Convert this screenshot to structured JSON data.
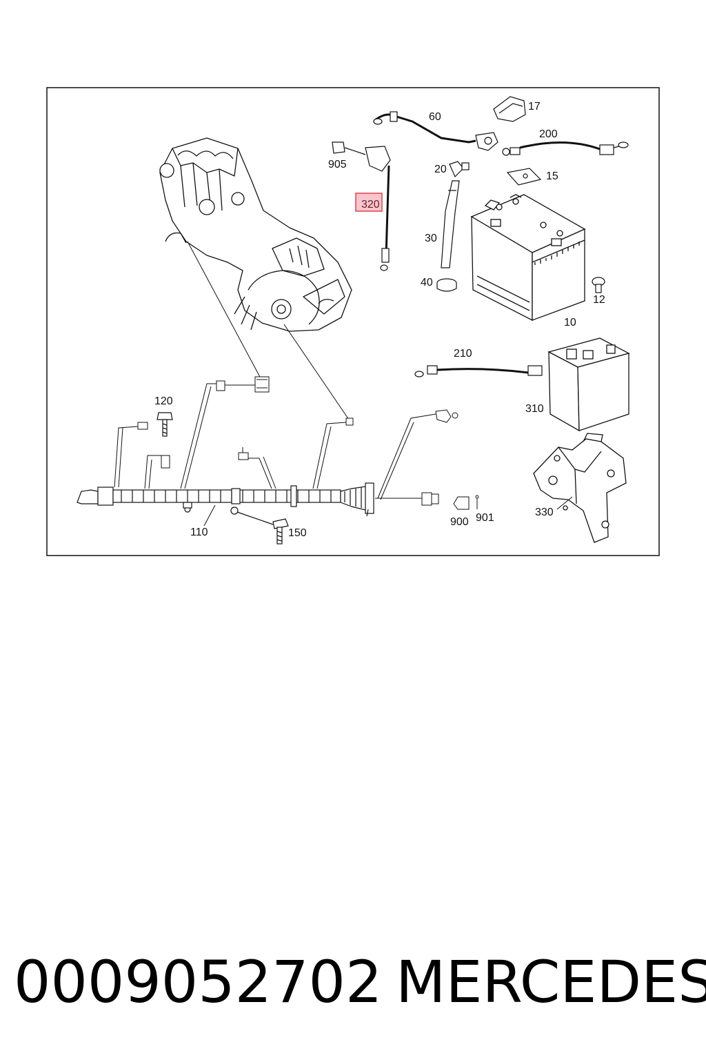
{
  "callouts": {
    "c17": "17",
    "c60": "60",
    "c200": "200",
    "c905": "905",
    "c20": "20",
    "c15": "15",
    "c320": "320",
    "c30": "30",
    "c40": "40",
    "c12": "12",
    "c10": "10",
    "c210": "210",
    "c310": "310",
    "c120": "120",
    "c110": "110",
    "c150": "150",
    "c900": "900",
    "c901": "901",
    "c330": "330"
  },
  "highlighted_callout": "320",
  "colors": {
    "highlight_fill": "#f7c6cc",
    "highlight_stroke": "#e0404e",
    "line": "#111111"
  },
  "caption": {
    "part_number": "0009052702",
    "brand": "MERCEDES"
  }
}
